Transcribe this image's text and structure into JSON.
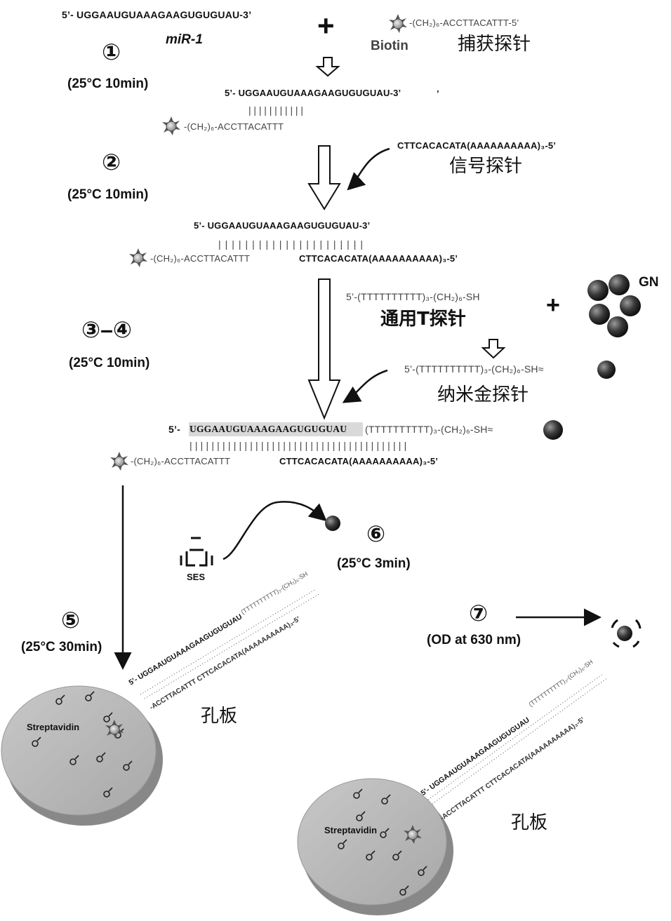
{
  "labels": {
    "mirna_seq": "5’- UGGAAUGUAAAGAAGUGUGUAU-3’",
    "mirna_name": "miR-1",
    "plus": "+",
    "biotin": "Biotin",
    "capture_probe_seq": "-(CH₂)₆-ACCTTACATTT-5’",
    "capture_probe_cn": "捕获探针",
    "step1_num": "①",
    "step1_cond": "(25°C 10min)",
    "hybrid1_top": "5’- UGGAAUGUAAAGAAGUGUGUAU-3’",
    "hybrid1_mark": "’",
    "hybrid1_bars": "|||||||||||",
    "hybrid1_bottom": "-(CH₂)₆-ACCTTACATTT",
    "signal_probe_seq": "CTTCACACATA(AAAAAAAAAA)₃-5’",
    "signal_probe_cn": "信号探针",
    "step2_num": "②",
    "step2_cond": "(25°C 10min)",
    "hybrid2_top": "5’- UGGAAUGUAAAGAAGUGUGUAU-3’",
    "hybrid2_bars": "||||||||||||||||||||||",
    "hybrid2_bottom_a": "-(CH₂)₆-ACCTTACATTT",
    "hybrid2_bottom_b": "CTTCACACATA(AAAAAAAAAA)₃-5’",
    "t_probe_seq": "5’-(TTTTTTTTTT)₃-(CH₂)₆-SH",
    "t_probe_cn": "通用T探针",
    "gn_label": "GN",
    "step34_num": "③–④",
    "step34_cond": "(25°C 10min)",
    "nano_probe_seq": "5’-(TTTTTTTTTT)₃-(CH₂)₆-SH≈",
    "nano_probe_cn": "纳米金探针",
    "full_top_prefix": "5’-",
    "full_top_rna": "UGGAAUGUAAAGAAGUGUGUAU",
    "full_top_tail": "(TTTTTTTTTT)₃-(CH₂)₆-SH≈",
    "full_bars": "||||||||||||||||||||||||||||||||||||||||",
    "full_bottom_a": "-(CH₂)₆-ACCTTACATTT",
    "full_bottom_b": "CTTCACACATA(AAAAAAAAAA)₃-5’",
    "ses_label": "SES",
    "step6_num": "⑥",
    "step6_cond": "(25°C 3min)",
    "step5_num": "⑤",
    "step5_cond": "(25°C 30min)",
    "step7_num": "⑦",
    "step7_cond": "(OD at 630 nm)",
    "plate_cn_1": "孔板",
    "plate_cn_2": "孔板",
    "streptavidin_1": "Streptavidin",
    "streptavidin_2": "Streptavidin",
    "tilted_rna": "5’- UGGAAUGUAAAGAAGUGUGUAU",
    "tilted_dna": "-ACCTTACATTT CTTCACACATA(AAAAAAAAAA)₃-5’",
    "tilted_tail": "(TTTTTTTTTT)₃-(CH₂)₆-SH"
  },
  "colors": {
    "text": "#111111",
    "gold_particle": "#3a3a3a",
    "biotin_star": "#9a9a9a",
    "plate": "#b5b5b5",
    "highlight": "#d9d9d9"
  }
}
